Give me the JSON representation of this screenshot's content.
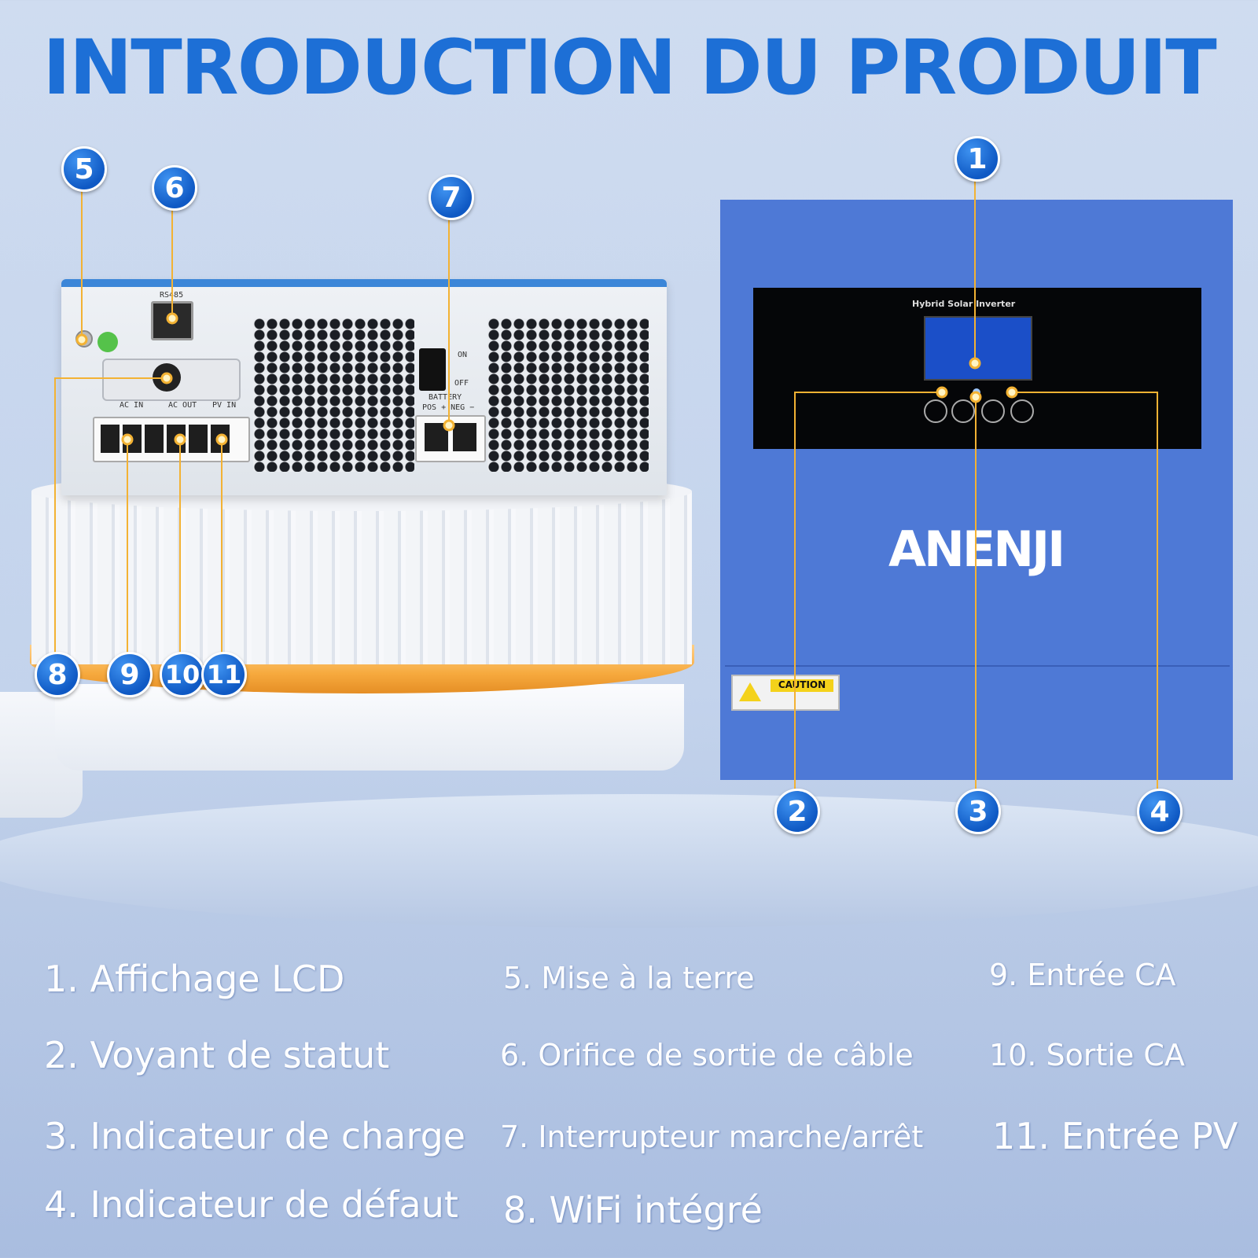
{
  "title": "INTRODUCTION DU PRODUIT",
  "brand": "ANENJI",
  "front_panel": {
    "lcd_header": "Hybrid Solar Inverter",
    "caution_label": "CAUTION"
  },
  "back_panel": {
    "rs485_label": "RS485",
    "switch_on": "ON",
    "switch_off": "OFF",
    "battery_label": "BATTERY",
    "battery_polarity": "POS +  NEG −",
    "ac_in_label": "AC IN",
    "ac_out_label": "AC OUT",
    "pv_in_label": "PV IN"
  },
  "callouts": [
    "1",
    "2",
    "3",
    "4",
    "5",
    "6",
    "7",
    "8",
    "9",
    "10",
    "11"
  ],
  "legend": [
    "1. Affichage LCD",
    "2. Voyant de statut",
    "3. Indicateur de charge",
    "4. Indicateur de défaut",
    "5. Mise à la terre",
    "6. Orifice de sortie de câble",
    "7. Interrupteur marche/arrêt",
    "8. WiFi intégré",
    "9. Entrée CA",
    "10. Sortie CA",
    "11. Entrée PV"
  ],
  "colors": {
    "title": "#1d6fd6",
    "badge": "#0f59c4",
    "inverter_body": "#4e79d6",
    "leader_line": "#f3b233"
  }
}
